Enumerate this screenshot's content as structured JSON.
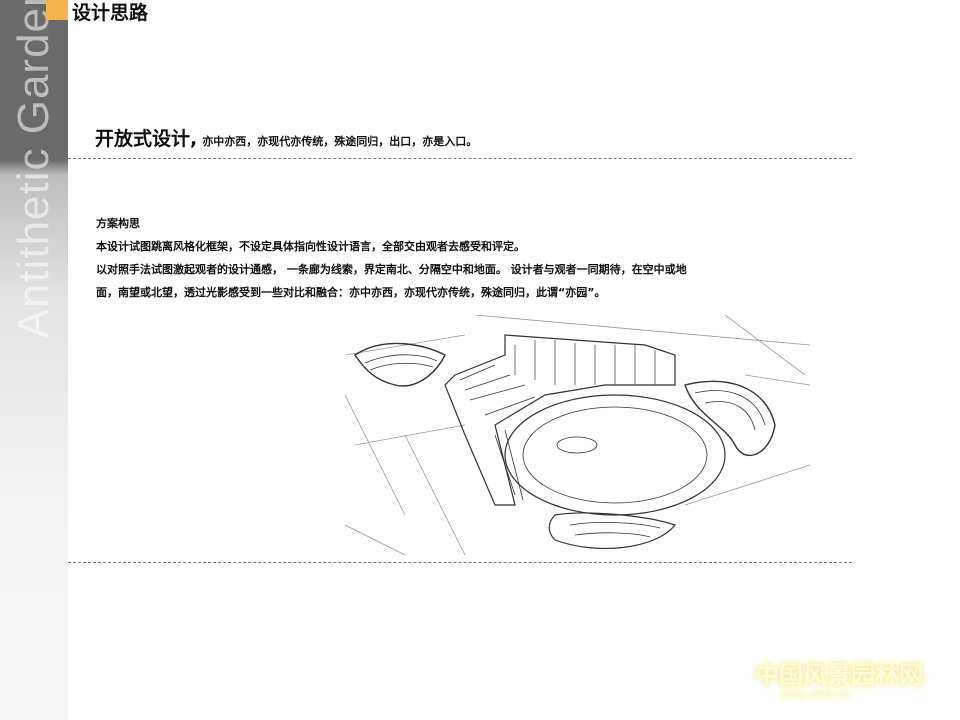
{
  "sidebar": {
    "vertical_text": "Antithetic Garden",
    "accent_color": "#f5b350",
    "bg_color": "#6a6a6a"
  },
  "page": {
    "title": "设计思路"
  },
  "headline": {
    "main": "开放式设计,",
    "sub": "亦中亦西，亦现代亦传统，殊途同归，出口，亦是入口。"
  },
  "body": {
    "heading": "方案构思",
    "lines": [
      "本设计试图跳离风格化框架，不设定具体指向性设计语言，全部交由观者去感受和评定。",
      "以对照手法试图激起观者的设计通感， 一条廊为线索，界定南北、分隔空中和地面。 设计者与观者一同期待，在空中或地",
      "面，南望或北望，透过光影感受到一些对比和融合：亦中亦西，亦现代亦传统，殊途同归，此谓“亦园”。"
    ]
  },
  "image": {
    "alt": "garden-sketch"
  },
  "watermark": {
    "text": "中国风景园林网",
    "url": "chla.com.cn"
  }
}
